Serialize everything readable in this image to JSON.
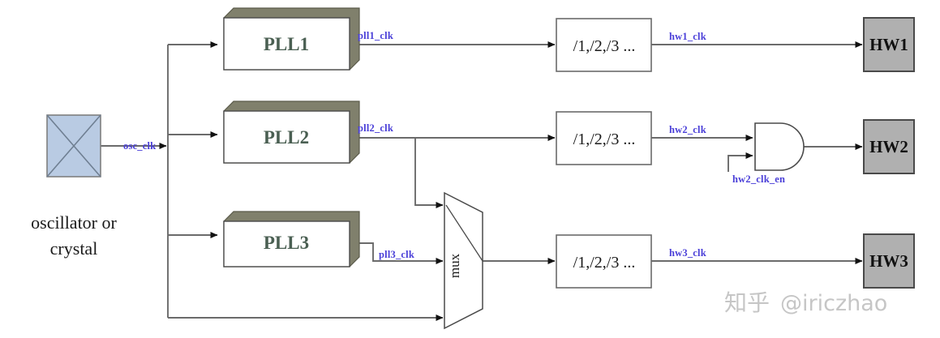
{
  "diagram": {
    "title": "clock-tree-block-diagram",
    "source": {
      "label_line1": "oscillator or",
      "label_line2": "crystal",
      "icon": "crossed-box-icon",
      "fill": "#b9cbe3",
      "stroke": "#7f7f7f"
    },
    "plls": [
      {
        "name": "PLL1",
        "output_signal": "pll1_clk"
      },
      {
        "name": "PLL2",
        "output_signal": "pll2_clk"
      },
      {
        "name": "PLL3",
        "output_signal": "pll3_clk"
      }
    ],
    "dividers": [
      {
        "name": "divider1",
        "label": "/1,/2,/3 ...",
        "output_signal": "hw1_clk"
      },
      {
        "name": "divider2",
        "label": "/1,/2,/3 ...",
        "output_signal": "hw2_clk"
      },
      {
        "name": "divider3",
        "label": "/1,/2,/3 ...",
        "output_signal": "hw3_clk"
      }
    ],
    "mux": {
      "label": "mux",
      "inputs": [
        "pll2_clk",
        "pll3_clk",
        "osc_clk"
      ]
    },
    "and_gate": {
      "name": "and-gate",
      "enable_signal": "hw2_clk_en"
    },
    "hw_blocks": [
      {
        "name": "HW1"
      },
      {
        "name": "HW2"
      },
      {
        "name": "HW3"
      }
    ],
    "signals": {
      "osc_clk": "osc_clk",
      "pll1_clk": "pll1_clk",
      "pll2_clk": "pll2_clk",
      "pll3_clk": "pll3_clk",
      "hw1_clk": "hw1_clk",
      "hw2_clk": "hw2_clk",
      "hw3_clk": "hw3_clk",
      "hw2_clk_en": "hw2_clk_en"
    },
    "colors": {
      "signal_text": "#4a3fd8",
      "pll_text": "#4a5f52",
      "pll_face": "#ffffff",
      "pll_shadow": "#80806c",
      "hw_fill": "#b0b0b0",
      "wire": "#6b6b6b",
      "osc_fill": "#b9cbe3"
    },
    "watermark": {
      "cn": "知乎",
      "handle": "@iriczhao"
    }
  }
}
